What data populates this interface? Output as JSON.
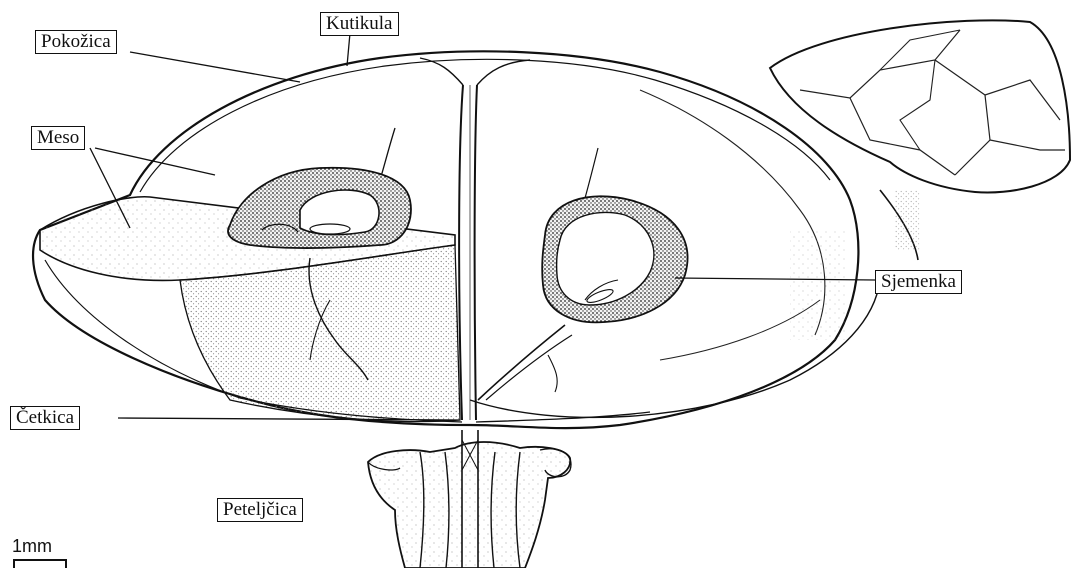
{
  "labels": {
    "kutikula": "Kutikula",
    "pokozica": "Pokožica",
    "meso": "Meso",
    "sjemenka": "Sjemenka",
    "cetkica": "Četkica",
    "peteljcica": "Peteljčica"
  },
  "scale": {
    "text": "1mm"
  },
  "colors": {
    "ink": "#111111",
    "paper": "#ffffff",
    "stipple": "#9a9a9a"
  }
}
